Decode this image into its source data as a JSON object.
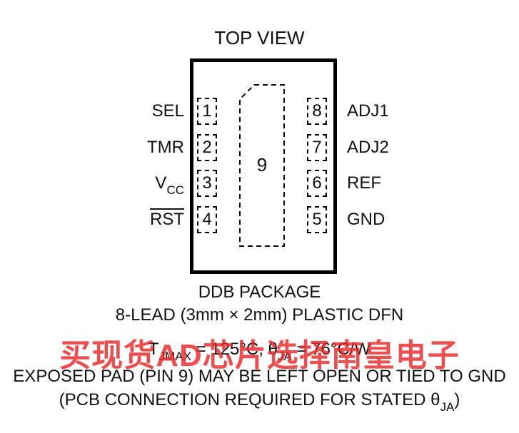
{
  "title": "TOP VIEW",
  "left_pins": [
    {
      "number": "1",
      "name": "SEL",
      "sub": ""
    },
    {
      "number": "2",
      "name": "TMR",
      "sub": ""
    },
    {
      "number": "3",
      "name": "V",
      "sub": "CC"
    },
    {
      "number": "4",
      "name": "RST",
      "sub": ""
    }
  ],
  "right_pins": [
    {
      "number": "8",
      "name": "ADJ1"
    },
    {
      "number": "7",
      "name": "ADJ2"
    },
    {
      "number": "6",
      "name": "REF"
    },
    {
      "number": "5",
      "name": "GND"
    }
  ],
  "exposed_pad_number": "9",
  "package_name": "DDB PACKAGE",
  "package_desc": "8-LEAD (3mm × 2mm) PLASTIC DFN",
  "thermal": {
    "t_symbol": "T",
    "t_sub": "JMAX",
    "t_value": " = 125°C, ",
    "theta_symbol": "θ",
    "theta_sub": "JA",
    "theta_value": " = 76°C/W"
  },
  "note_line1": "EXPOSED PAD (PIN 9) MAY BE LEFT OPEN OR TIED TO GND",
  "note_line2_prefix": "(PCB CONNECTION REQUIRED FOR STATED ",
  "note_line2_theta": "θ",
  "note_line2_sub": "JA",
  "note_line2_suffix": ")",
  "watermark": "买现货AD芯片选择南皇电子"
}
